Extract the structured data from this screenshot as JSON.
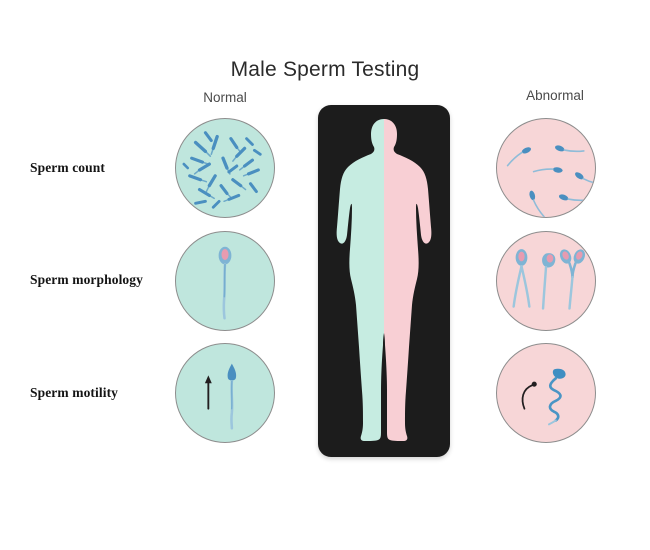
{
  "title": "Male Sperm Testing",
  "columns": {
    "normal_label": "Normal",
    "abnormal_label": "Abnormal"
  },
  "rows": [
    {
      "label": "Sperm count",
      "normal_desc": "many sperm cells dispersed in sample",
      "abnormal_desc": "few sperm cells in sample"
    },
    {
      "label": "Sperm morphology",
      "normal_desc": "single sperm with normal oval head and straight tail",
      "abnormal_desc": "three sperm with deformed heads and double tails"
    },
    {
      "label": "Sperm motility",
      "normal_desc": "sperm swimming straight forward, straight arrow",
      "abnormal_desc": "sperm swimming erratically, curved arrow"
    }
  ],
  "figure": {
    "alt": "male body silhouette split vertically into two colored halves",
    "left_half_label": "normal side",
    "right_half_label": "abnormal side"
  },
  "colors": {
    "normal_fill": "#bfe6dd",
    "abnormal_fill": "#f7d6d7",
    "dish_border": "#8d8d8d",
    "sperm_blue": "#4a8fc0",
    "sperm_blue_light": "#7fb4d4",
    "nucleus_pink": "#e79bb0",
    "panel_bg": "#1c1c1c",
    "body_left": "#c6ece1",
    "body_right": "#f8cfd4",
    "title_color": "#2b2b2b",
    "label_color": "#141414",
    "arrow_color": "#231f20",
    "page_bg": "#ffffff"
  },
  "counts": {
    "normal_sperm_count": 28,
    "abnormal_sperm_count": 6,
    "normal_morphology_cells": 1,
    "abnormal_morphology_cells": 3,
    "normal_motility_cells": 1,
    "abnormal_motility_cells": 1
  }
}
